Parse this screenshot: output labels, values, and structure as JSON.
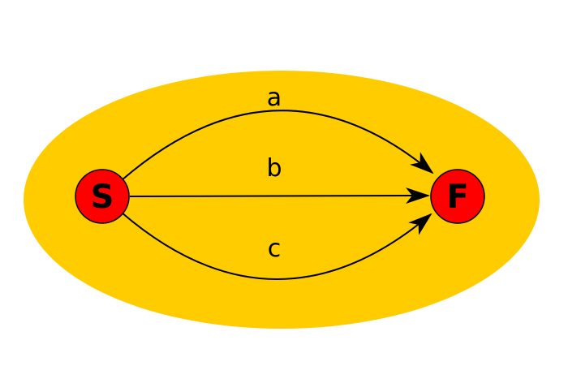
{
  "colors": {
    "background_region": "#FFCC00",
    "node_fill": "#FF0000",
    "node_stroke": "#000000",
    "edge": "#000000",
    "text": "#000000"
  },
  "nodes": [
    {
      "id": "S",
      "label": "S"
    },
    {
      "id": "F",
      "label": "F"
    }
  ],
  "edges": [
    {
      "from": "S",
      "to": "F",
      "label": "a"
    },
    {
      "from": "S",
      "to": "F",
      "label": "b"
    },
    {
      "from": "S",
      "to": "F",
      "label": "c"
    }
  ]
}
